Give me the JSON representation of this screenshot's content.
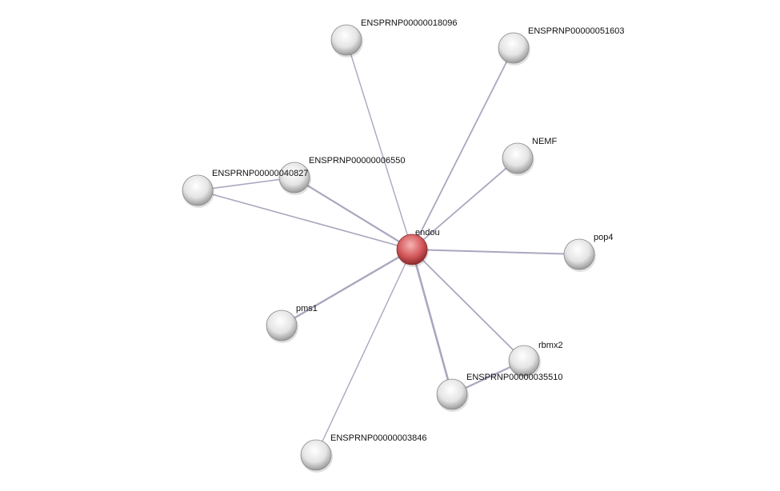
{
  "network": {
    "nodes": [
      {
        "id": "endou",
        "label": "endou",
        "query": true
      },
      {
        "id": "n18096",
        "label": "ENSPRNP00000018096"
      },
      {
        "id": "n51603",
        "label": "ENSPRNP00000051603"
      },
      {
        "id": "nemf",
        "label": "NEMF"
      },
      {
        "id": "pop4",
        "label": "pop4"
      },
      {
        "id": "rbmx2",
        "label": "rbmx2"
      },
      {
        "id": "n35510",
        "label": "ENSPRNP00000035510"
      },
      {
        "id": "n03846",
        "label": "ENSPRNP00000003846"
      },
      {
        "id": "pms1",
        "label": "pms1"
      },
      {
        "id": "n40827",
        "label": "ENSPRNP00000040827"
      },
      {
        "id": "n06550",
        "label": "ENSPRNP00000006550"
      }
    ],
    "edges": [
      [
        "endou",
        "n18096"
      ],
      [
        "endou",
        "n51603"
      ],
      [
        "endou",
        "nemf"
      ],
      [
        "endou",
        "pop4"
      ],
      [
        "endou",
        "rbmx2"
      ],
      [
        "endou",
        "n35510"
      ],
      [
        "endou",
        "n03846"
      ],
      [
        "endou",
        "pms1"
      ],
      [
        "endou",
        "n40827"
      ],
      [
        "endou",
        "n06550"
      ],
      [
        "n40827",
        "n06550"
      ],
      [
        "rbmx2",
        "n35510"
      ]
    ],
    "colors": {
      "query": "#d9595c",
      "node": "#e6e6e6",
      "edge": "#a8a8bf"
    }
  }
}
